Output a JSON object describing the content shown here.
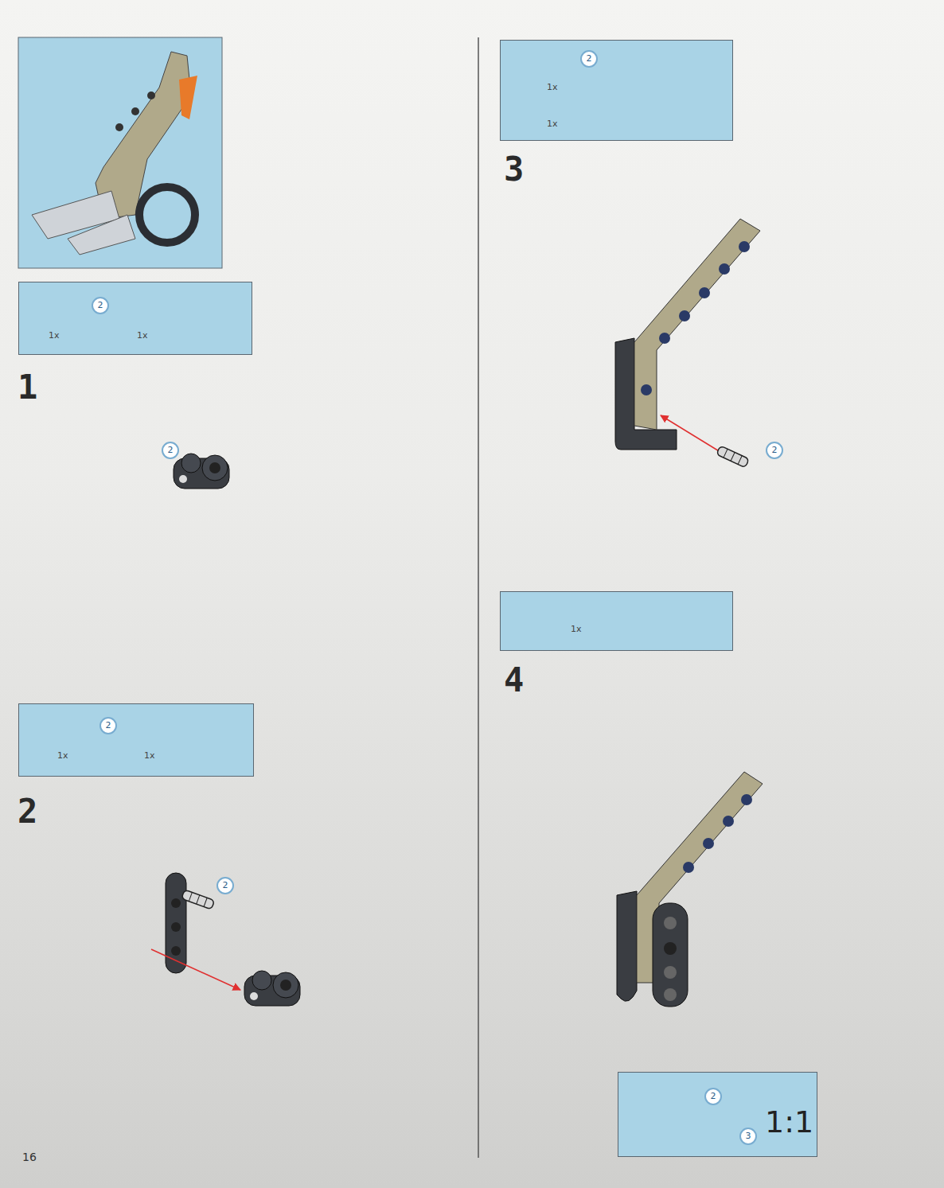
{
  "diagram": {
    "nodes": [
      {
        "text": [
          "2",
          "1x",
          "1x"
        ]
      },
      {
        "text": [
          "2",
          "1x",
          "1x"
        ]
      },
      {
        "text": [
          "2",
          "1x",
          "1x"
        ]
      },
      {
        "text": [
          "1x"
        ]
      },
      {
        "text": [
          "2",
          "3",
          "1:1"
        ]
      }
    ],
    "labels": [
      "1",
      "2",
      "2",
      "2",
      "3",
      "2",
      "4",
      "16"
    ]
  }
}
